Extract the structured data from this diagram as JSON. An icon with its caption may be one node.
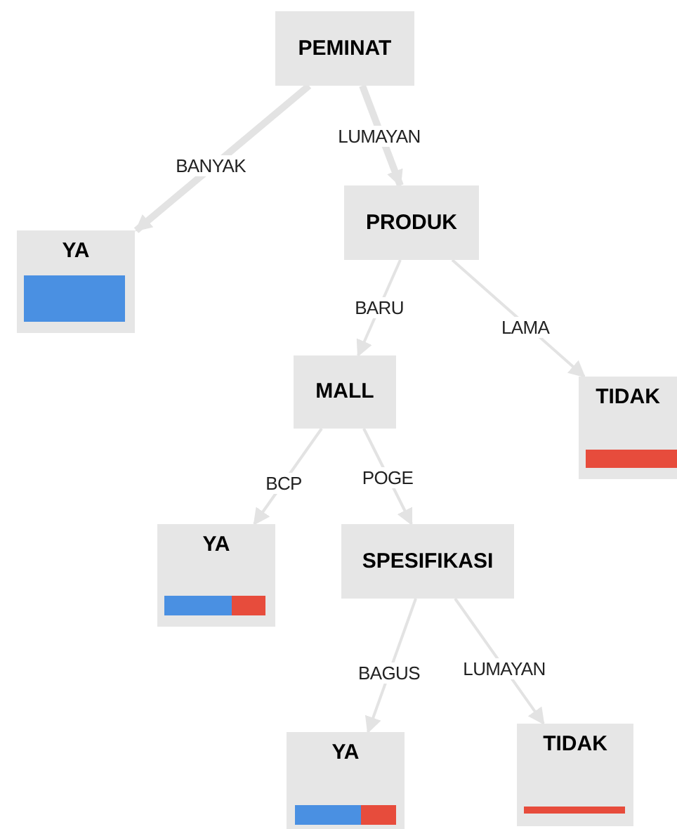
{
  "diagram": {
    "nodes": [
      {
        "text": [
          "PEMINAT"
        ]
      },
      {
        "text": [
          "YA"
        ]
      },
      {
        "text": [
          "PRODUK"
        ]
      },
      {
        "text": [
          "MALL"
        ]
      },
      {
        "text": [
          "TIDAK"
        ]
      },
      {
        "text": [
          "YA"
        ]
      },
      {
        "text": [
          "SPESIFIKASI"
        ]
      },
      {
        "text": [
          "YA"
        ]
      },
      {
        "text": [
          "TIDAK"
        ]
      }
    ],
    "edges": [
      {
        "from": 0,
        "to": 1,
        "arrow": "to",
        "label": "BANYAK",
        "style": "thick"
      },
      {
        "from": 0,
        "to": 2,
        "arrow": "to",
        "label": "LUMAYAN",
        "style": "thick"
      },
      {
        "from": 2,
        "to": 3,
        "arrow": "to",
        "label": "BARU"
      },
      {
        "from": 2,
        "to": 4,
        "arrow": "to",
        "label": "LAMA"
      },
      {
        "from": 3,
        "to": 5,
        "arrow": "to",
        "label": "BCP"
      },
      {
        "from": 3,
        "to": 6,
        "arrow": "to",
        "label": "POGE"
      },
      {
        "from": 6,
        "to": 7,
        "arrow": "to",
        "label": "BAGUS"
      },
      {
        "from": 6,
        "to": 8,
        "arrow": "to",
        "label": "LUMAYAN"
      }
    ]
  }
}
